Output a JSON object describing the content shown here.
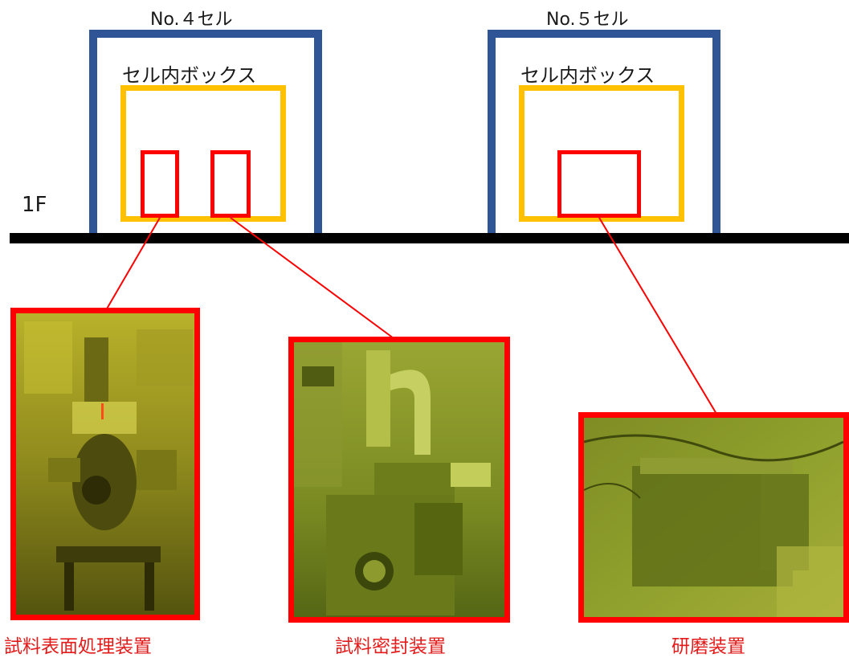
{
  "cells": [
    {
      "title": "No.４セル",
      "box_label": "セル内ボックス"
    },
    {
      "title": "No.５セル",
      "box_label": "セル内ボックス"
    }
  ],
  "floor": {
    "label": "1F"
  },
  "devices": [
    {
      "caption": "試料表面処理装置",
      "photo_icon": "yellow-lit-equipment-photo"
    },
    {
      "caption": "試料密封装置",
      "photo_icon": "green-lit-equipment-photo"
    },
    {
      "caption": "研磨装置",
      "photo_icon": "green-lit-equipment-photo"
    }
  ],
  "colors": {
    "cell_frame": "#2f5597",
    "inner_box": "#ffc000",
    "device_marker": "#ff0000",
    "floor": "#000000",
    "caption_text": "#e31b1b"
  }
}
